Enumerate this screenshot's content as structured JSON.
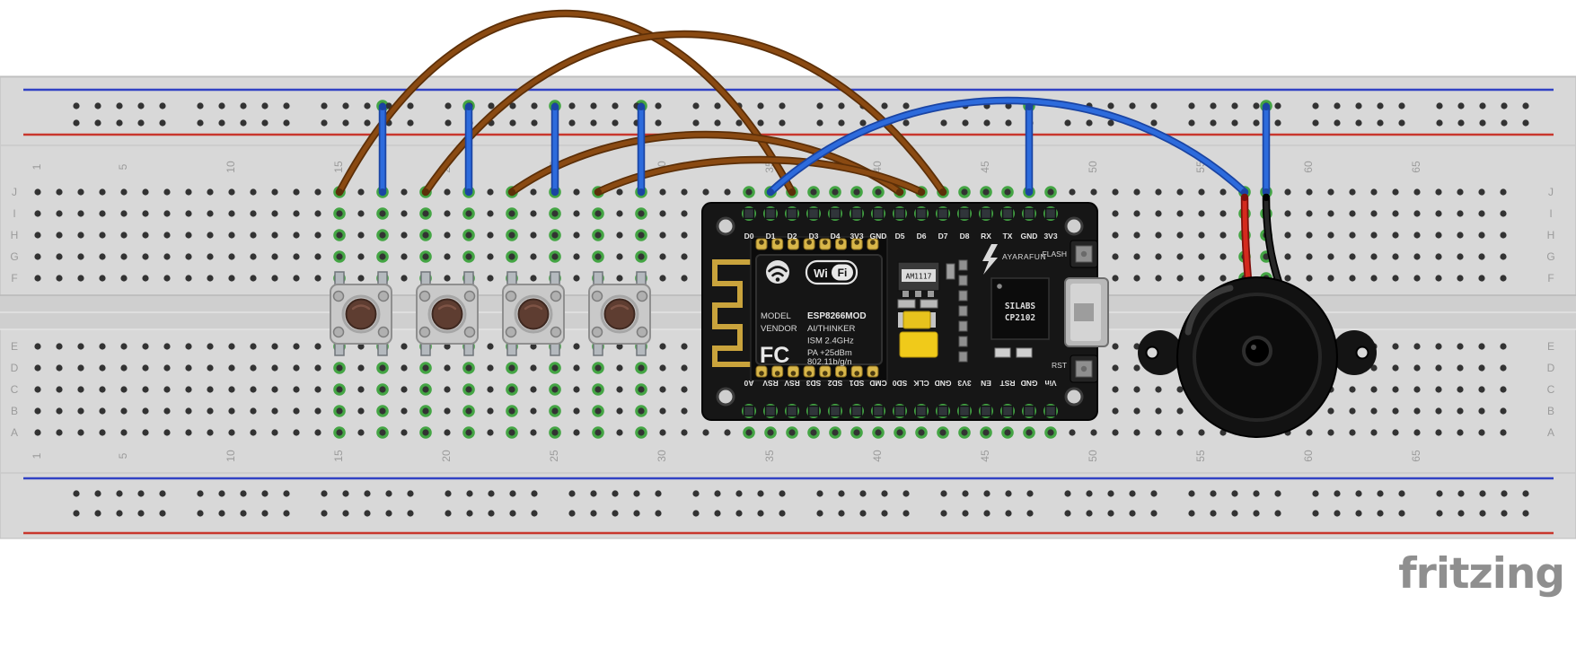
{
  "app": {
    "watermark": "fritzing"
  },
  "colors": {
    "board": "#d8d8d8",
    "channel": "#cfcfcf",
    "hole": "#333333",
    "green": "#44a544",
    "label": "#9b9b9b",
    "rail_blue": "#3142c4",
    "rail_red": "#c8372d",
    "wire_brown": "#8a4a12",
    "wire_brown_dark": "#5c2f08",
    "wire_blue": "#2d6bdc",
    "wire_blue_dark": "#1a44a3",
    "wire_red": "#d42a1e",
    "wire_red_dark": "#7e100c",
    "wire_black": "#262626",
    "wire_black_dark": "#000000"
  },
  "breadboard": {
    "rows_top": [
      "J",
      "I",
      "H",
      "G",
      "F"
    ],
    "rows_bottom": [
      "E",
      "D",
      "C",
      "B",
      "A"
    ],
    "column_labels": [
      1,
      5,
      10,
      15,
      20,
      25,
      30,
      35,
      40,
      45,
      50,
      55,
      60,
      65
    ],
    "num_columns": 69
  },
  "buttons": {
    "leg_columns": [
      15,
      19,
      23,
      27
    ]
  },
  "nodemcu": {
    "top_pins": [
      "D0",
      "D1",
      "D2",
      "D3",
      "D4",
      "3V3",
      "GND",
      "D5",
      "D6",
      "D7",
      "D8",
      "RX",
      "TX",
      "GND",
      "3V3"
    ],
    "bottom_pins": [
      "A0",
      "RSV",
      "RSV",
      "SD3",
      "SD2",
      "SD1",
      "CMD",
      "SD0",
      "CLK",
      "GND",
      "3V3",
      "EN",
      "RST",
      "GND",
      "Vin"
    ],
    "labels": {
      "model": "MODEL",
      "vendor": "VENDOR",
      "module": "ESP8266MOD",
      "maker": "AI/THINKER",
      "ism": "ISM 2.4GHz",
      "pa": "PA +25dBm",
      "std": "802.11b/g/n",
      "fcc": "FC",
      "wifi_wi": "Wi",
      "wifi_fi": "Fi",
      "brand": "AYARAFUN",
      "regulator": "AM1117",
      "chip_line1": "SILABS",
      "chip_line2": "CP2102",
      "flash": "FLASH",
      "reset": "RST"
    }
  },
  "wires": [
    {
      "name": "button1-signal",
      "color": "brown",
      "shape": "arc",
      "from_col": 15,
      "to_col": 36,
      "row": "J",
      "peak": 15
    },
    {
      "name": "button2-signal",
      "color": "brown",
      "shape": "arc",
      "from_col": 19,
      "to_col": 43,
      "row": "J",
      "peak": 38
    },
    {
      "name": "button3-signal",
      "color": "brown",
      "shape": "arc",
      "from_col": 23,
      "to_col": 41,
      "row": "J",
      "peak": 150
    },
    {
      "name": "button4-signal",
      "color": "brown",
      "shape": "arc",
      "from_col": 27,
      "to_col": 42,
      "row": "J",
      "peak": 178
    },
    {
      "name": "buzzer-signal",
      "color": "blue",
      "shape": "arc",
      "from_col": 35,
      "to_col": 57,
      "row": "J",
      "peak": 112
    },
    {
      "name": "button1-gnd-jumper",
      "color": "blue",
      "shape": "rail-jumper",
      "col": 17
    },
    {
      "name": "button2-gnd-jumper",
      "color": "blue",
      "shape": "rail-jumper",
      "col": 21
    },
    {
      "name": "button3-gnd-jumper",
      "color": "blue",
      "shape": "rail-jumper",
      "col": 25
    },
    {
      "name": "button4-gnd-jumper",
      "color": "blue",
      "shape": "rail-jumper",
      "col": 29
    },
    {
      "name": "nodemcu-gnd-jumper",
      "color": "blue",
      "shape": "rail-jumper",
      "col": 47
    },
    {
      "name": "buzzer-gnd-jumper",
      "color": "blue",
      "shape": "rail-jumper",
      "col": 58
    },
    {
      "name": "buzzer-positive-lead",
      "color": "red",
      "shape": "buzzer-lead",
      "col": 57,
      "bend": 6
    },
    {
      "name": "buzzer-negative-lead",
      "color": "black",
      "shape": "buzzer-lead",
      "col": 58,
      "bend": 20
    }
  ]
}
